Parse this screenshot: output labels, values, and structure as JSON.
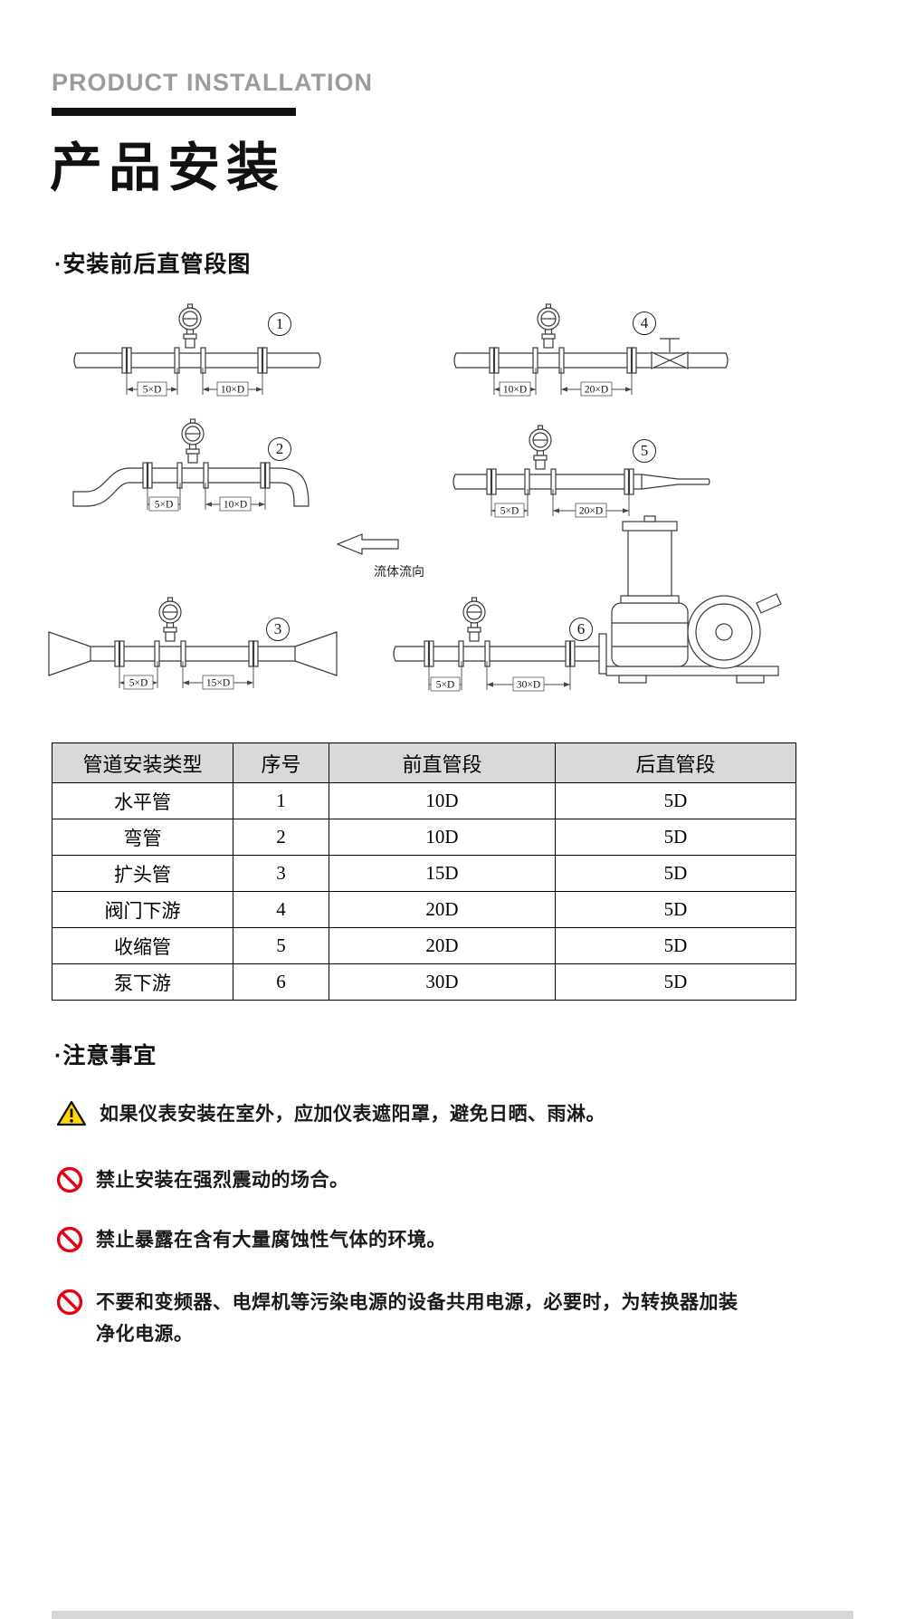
{
  "header": {
    "eyebrow": "PRODUCT INSTALLATION",
    "title": "产品安装"
  },
  "diagram_section": {
    "heading": "·安装前后直管段图",
    "flow_direction_label": "流体流向",
    "diagrams": {
      "d1": {
        "num": "1",
        "rear_label": "5×D",
        "front_label": "10×D"
      },
      "d2": {
        "num": "2",
        "rear_label": "5×D",
        "front_label": "10×D"
      },
      "d3": {
        "num": "3",
        "rear_label": "5×D",
        "front_label": "15×D"
      },
      "d4": {
        "num": "4",
        "rear_label": "10×D",
        "front_label": "20×D"
      },
      "d5": {
        "num": "5",
        "rear_label": "5×D",
        "front_label": "20×D"
      },
      "d6": {
        "num": "6",
        "rear_label": "5×D",
        "front_label": "30×D"
      }
    }
  },
  "table": {
    "headers": [
      "管道安装类型",
      "序号",
      "前直管段",
      "后直管段"
    ],
    "rows": [
      [
        "水平管",
        "1",
        "10D",
        "5D"
      ],
      [
        "弯管",
        "2",
        "10D",
        "5D"
      ],
      [
        "扩头管",
        "3",
        "15D",
        "5D"
      ],
      [
        "阀门下游",
        "4",
        "20D",
        "5D"
      ],
      [
        "收缩管",
        "5",
        "20D",
        "5D"
      ],
      [
        "泵下游",
        "6",
        "30D",
        "5D"
      ]
    ]
  },
  "notes_section": {
    "heading": "·注意事宜",
    "notes": [
      {
        "icon": "warning-triangle",
        "text": "如果仪表安装在室外，应加仪表遮阳罩，避免日晒、雨淋。"
      },
      {
        "icon": "no-entry",
        "text": "禁止安装在强烈震动的场合。"
      },
      {
        "icon": "no-entry",
        "text": "禁止暴露在含有大量腐蚀性气体的环境。"
      },
      {
        "icon": "no-entry",
        "text": "不要和变频器、电焊机等污染电源的设备共用电源，必要时，为转换器加装净化电源。"
      }
    ]
  },
  "colors": {
    "warning_yellow": "#FFD400",
    "prohibit_red": "#E60012",
    "table_header_bg": "#D9D9D9"
  }
}
